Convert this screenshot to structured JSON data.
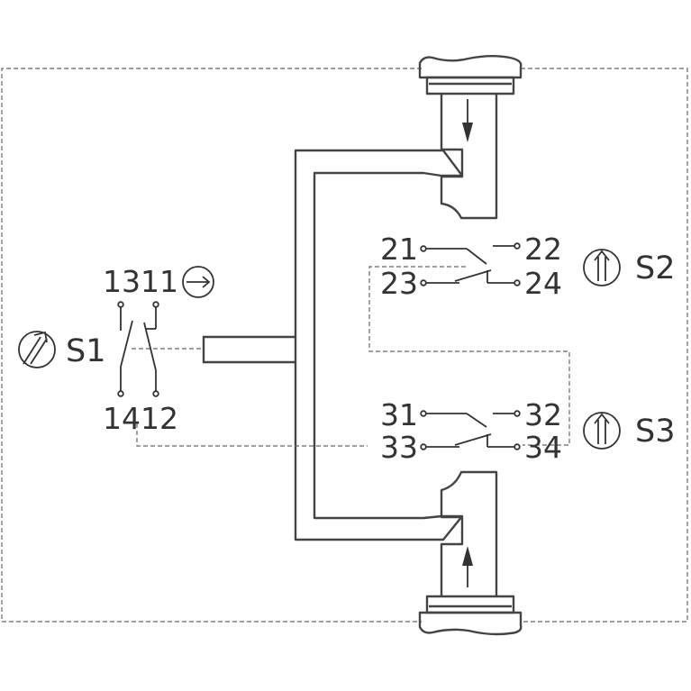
{
  "switch_s1": {
    "label": "S1",
    "terminals": {
      "t13": "13",
      "t11": "11",
      "t14": "14",
      "t12": "12"
    }
  },
  "switch_s2": {
    "label": "S2",
    "terminals": {
      "t21": "21",
      "t22": "22",
      "t23": "23",
      "t24": "24"
    }
  },
  "switch_s3": {
    "label": "S3",
    "terminals": {
      "t31": "31",
      "t32": "32",
      "t33": "33",
      "t34": "34"
    }
  },
  "colors": {
    "line": "#444444",
    "text": "#333333",
    "background": "#ffffff"
  },
  "icons": {
    "s1": "diagonal-double-arrow-circle-icon",
    "s1_action": "right-arrow-circle-icon",
    "s2": "up-double-arrow-circle-icon",
    "s3": "up-double-arrow-circle-icon"
  }
}
